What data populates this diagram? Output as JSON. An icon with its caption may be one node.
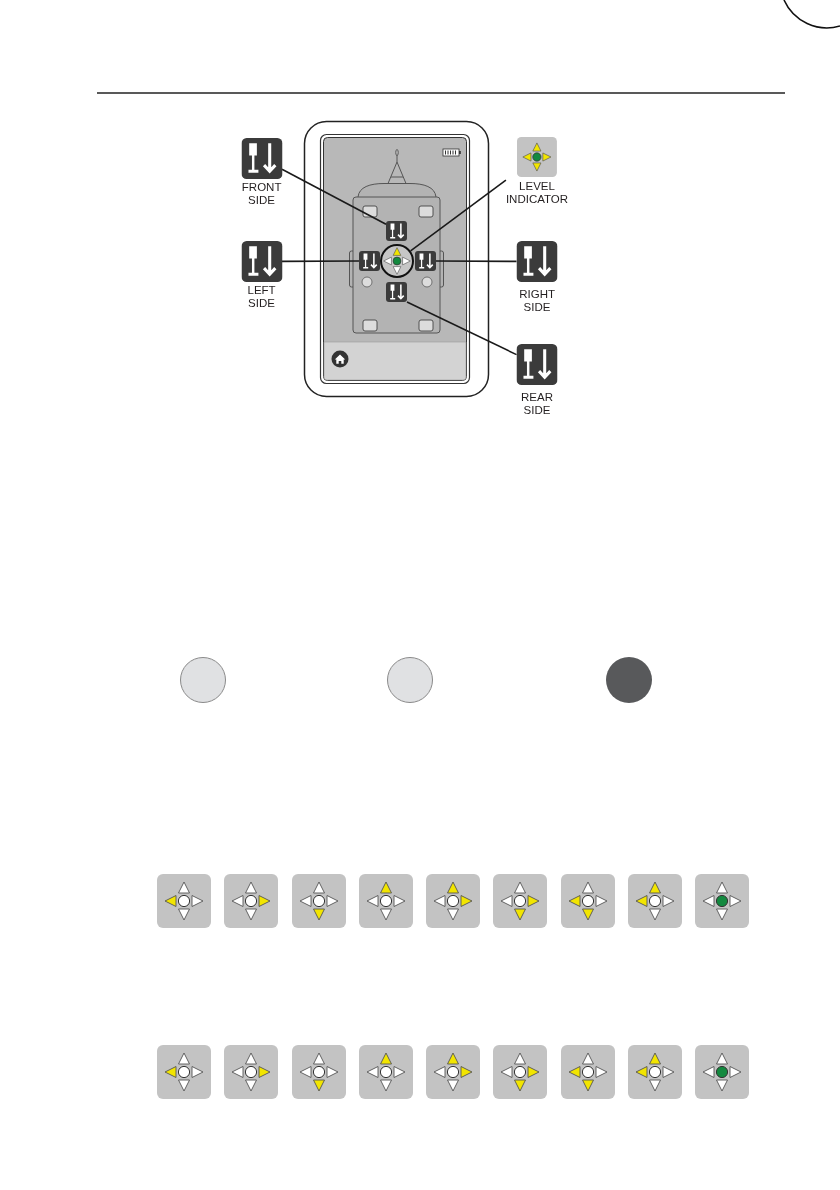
{
  "diagram": {
    "nodes": [
      {
        "text": [
          "FRONT SIDE"
        ]
      },
      {
        "text": [
          "LEVEL INDICATOR"
        ]
      },
      {
        "text": [
          "LEFT SIDE"
        ]
      },
      {
        "text": [
          "RIGHT SIDE"
        ]
      },
      {
        "text": [
          "REAR SIDE"
        ]
      },
      {
        "text": [],
        "shape": "box"
      },
      {
        "text": [],
        "shape": "box"
      },
      {
        "text": [],
        "shape": "circle"
      },
      {
        "text": [],
        "shape": "box"
      },
      {
        "text": [],
        "shape": "box"
      }
    ],
    "edges": [
      {
        "from": 0,
        "to": 5,
        "arrow": "none"
      },
      {
        "from": 1,
        "to": 7,
        "arrow": "none"
      },
      {
        "from": 2,
        "to": 6,
        "arrow": "none"
      },
      {
        "from": 3,
        "to": 8,
        "arrow": "none"
      },
      {
        "from": 4,
        "to": 9,
        "arrow": "none"
      }
    ]
  }
}
